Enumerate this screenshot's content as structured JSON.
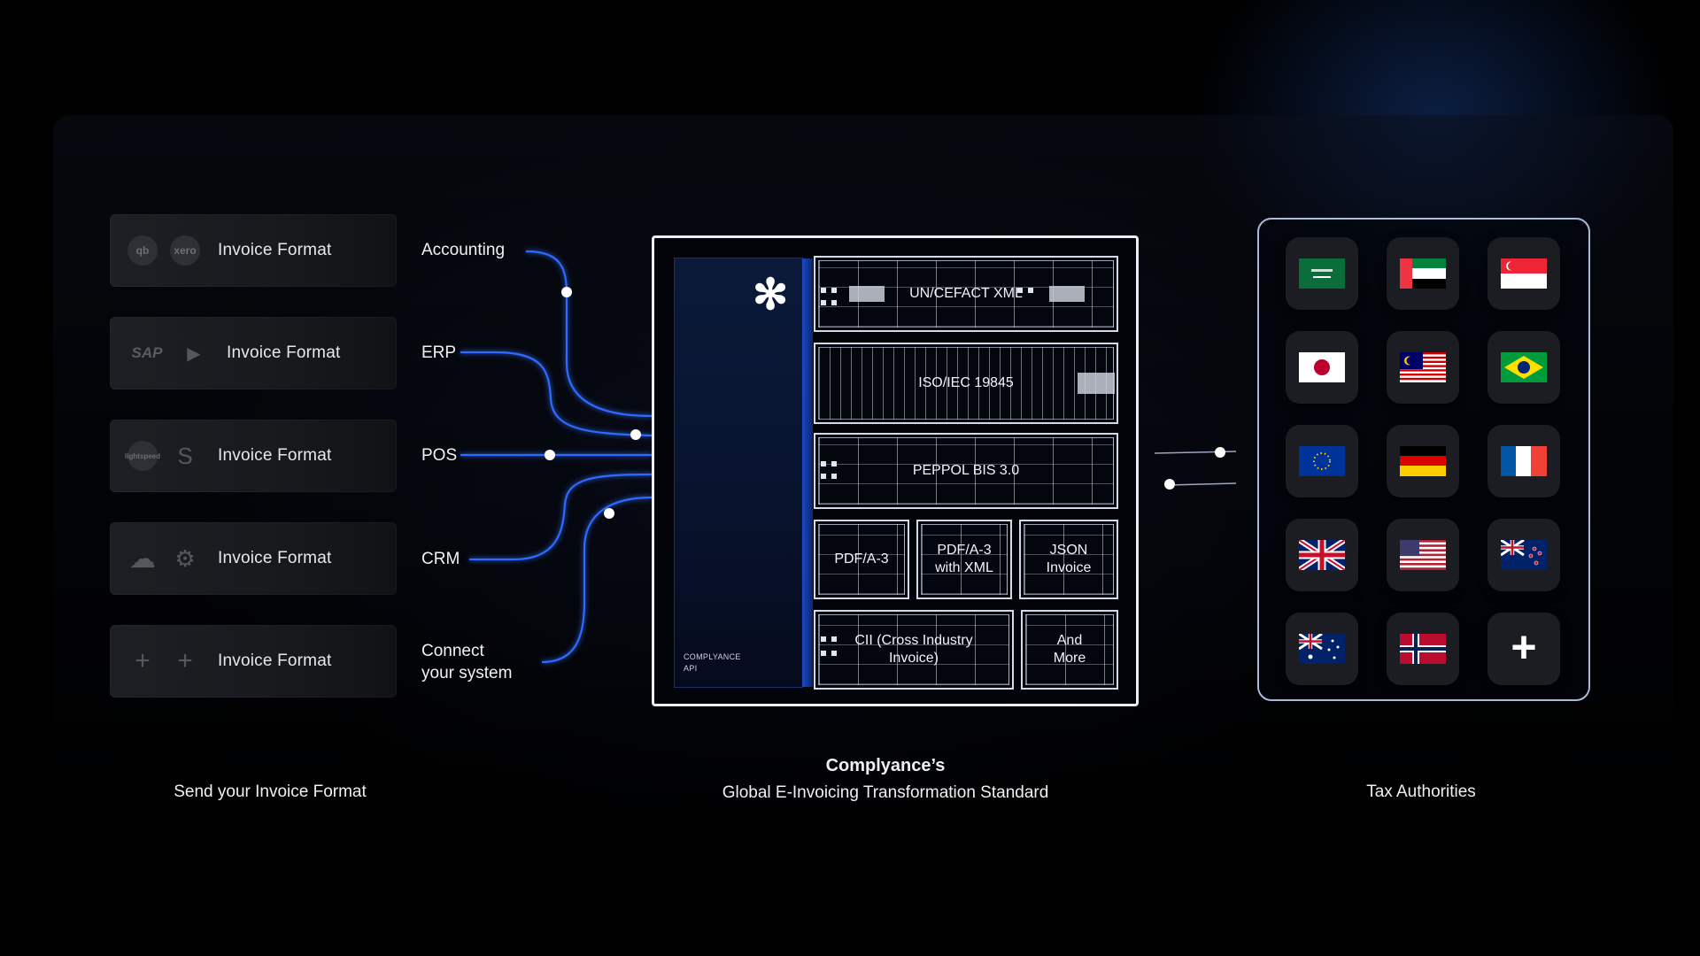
{
  "inputs": [
    {
      "logos": [
        "qb-logo",
        "xero-logo"
      ],
      "logo_text": [
        "qb",
        "xero"
      ],
      "label": "Invoice Format",
      "connector": "Accounting"
    },
    {
      "logos": [
        "sap-logo",
        "dynamics-logo"
      ],
      "logo_text": [
        "SAP",
        "▶"
      ],
      "label": "Invoice Format",
      "connector": "ERP"
    },
    {
      "logos": [
        "zoho-logo",
        "shopify-logo"
      ],
      "logo_text": [
        "lightspeed",
        "S"
      ],
      "label": "Invoice Format",
      "connector": "POS"
    },
    {
      "logos": [
        "salesforce-logo",
        "hubspot-logo"
      ],
      "logo_text": [
        "☁",
        "⚙"
      ],
      "label": "Invoice Format",
      "connector": "CRM"
    },
    {
      "logos": [
        "plus-icon",
        "plus-icon"
      ],
      "logo_text": [
        "+",
        "+"
      ],
      "label": "Invoice Format",
      "connector_line1": "Connect",
      "connector_line2": "your system"
    }
  ],
  "hub": {
    "api_label_line1": "COMPLYANCE",
    "api_label_line2": "API",
    "asterisk": "✻",
    "blocks": {
      "uncefact": "UN/CEFACT XML",
      "iso": "ISO/IEC 19845",
      "peppol": "PEPPOL BIS 3.0",
      "pdfa3": "PDF/A-3",
      "pdfa3xml_1": "PDF/A-3",
      "pdfa3xml_2": "with XML",
      "json_1": "JSON",
      "json_2": "Invoice",
      "cii_1": "CII (Cross Industry",
      "cii_2": "Invoice)",
      "more_1": "And",
      "more_2": "More"
    }
  },
  "authorities": {
    "flags": [
      "saudi-arabia",
      "uae",
      "singapore",
      "japan",
      "malaysia",
      "brazil",
      "european-union",
      "germany",
      "france",
      "united-kingdom",
      "united-states",
      "new-zealand",
      "australia",
      "norway"
    ],
    "add_symbol": "+"
  },
  "captions": {
    "left": "Send your Invoice Format",
    "center_title": "Complyance’s",
    "center_sub": "Global E-Invoicing Transformation Standard",
    "right": "Tax Authorities"
  },
  "colors": {
    "wire": "#2f6bff",
    "accent": "#1f4fd6",
    "frame": "#e8edf6"
  }
}
